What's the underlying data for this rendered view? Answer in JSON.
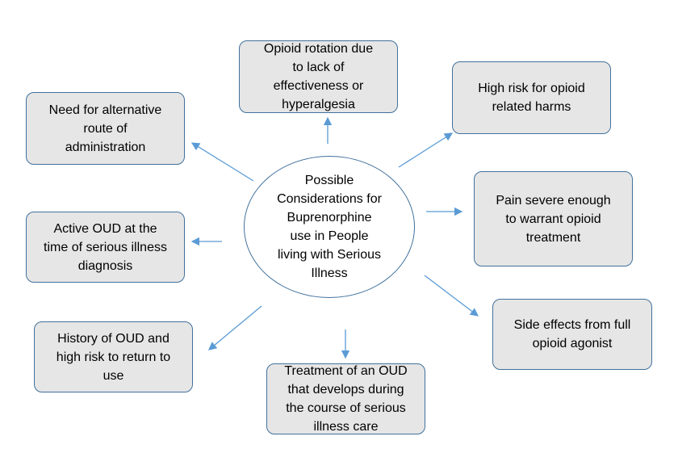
{
  "center": {
    "text": "Possible\nConsiderations for\nBuprenorphine\nuse in People\nliving with Serious\nIllness"
  },
  "boxes": [
    {
      "id": "opioid-rotation",
      "text": "Opioid rotation due\nto lack of\neffectiveness or\nhyperalgesia"
    },
    {
      "id": "high-risk-harms",
      "text": "High risk for opioid\nrelated harms"
    },
    {
      "id": "severe-pain",
      "text": "Pain severe enough\nto warrant opioid\ntreatment"
    },
    {
      "id": "side-effects",
      "text": "Side effects from full\nopioid agonist"
    },
    {
      "id": "treatment-oud",
      "text": "Treatment of an OUD\nthat develops during\nthe course of serious\nillness care"
    },
    {
      "id": "history-oud",
      "text": "History of OUD and\nhigh risk to return to\nuse"
    },
    {
      "id": "active-oud",
      "text": "Active OUD at the\ntime of serious illness\ndiagnosis"
    },
    {
      "id": "alternative-route",
      "text": "Need for alternative\nroute of\nadministration"
    }
  ],
  "colors": {
    "box_fill": "#e6e6e6",
    "border": "#41719c",
    "arrow": "#5b9bd5"
  }
}
